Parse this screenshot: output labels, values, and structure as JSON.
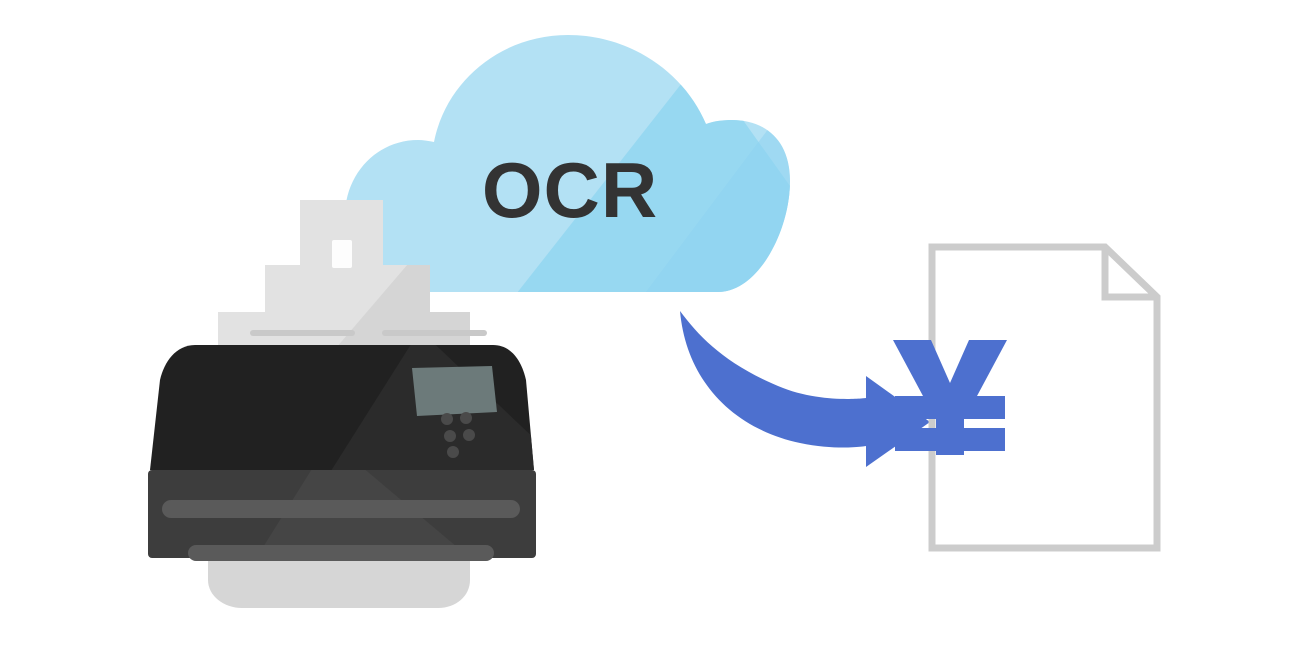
{
  "illustration": {
    "title": "OCR cloud scanning to invoice document",
    "cloud": {
      "label": "OCR",
      "label_color": "#333333",
      "fill": "#b3e1f4",
      "shade_fill": "#8ed4f0",
      "icon_name": "cloud-shape"
    },
    "printer": {
      "icon_name": "multifunction-printer-icon",
      "body_top_color": "#212121",
      "body_bottom_color": "#3d3d3d",
      "slot_color": "#5a5a5a",
      "feeder_color": "#e2e2e2",
      "feeder_shade_color": "#d4d4d4",
      "tray_color": "#d6d6d6",
      "screen_color": "#6c7a7a",
      "button_color": "#4a4a4a",
      "screen_name": "printer-control-screen",
      "buttons_name": "printer-keypad-dots"
    },
    "arrow": {
      "icon_name": "curved-arrow-right-icon",
      "color": "#4d70cf",
      "direction": "right"
    },
    "document": {
      "icon_name": "document-page-icon",
      "outline_color": "#cccccc",
      "fill": "#ffffff",
      "fold_corner": "top-right",
      "symbol": "¥",
      "symbol_name": "yen-currency-icon",
      "symbol_color": "#4d70cf"
    }
  }
}
